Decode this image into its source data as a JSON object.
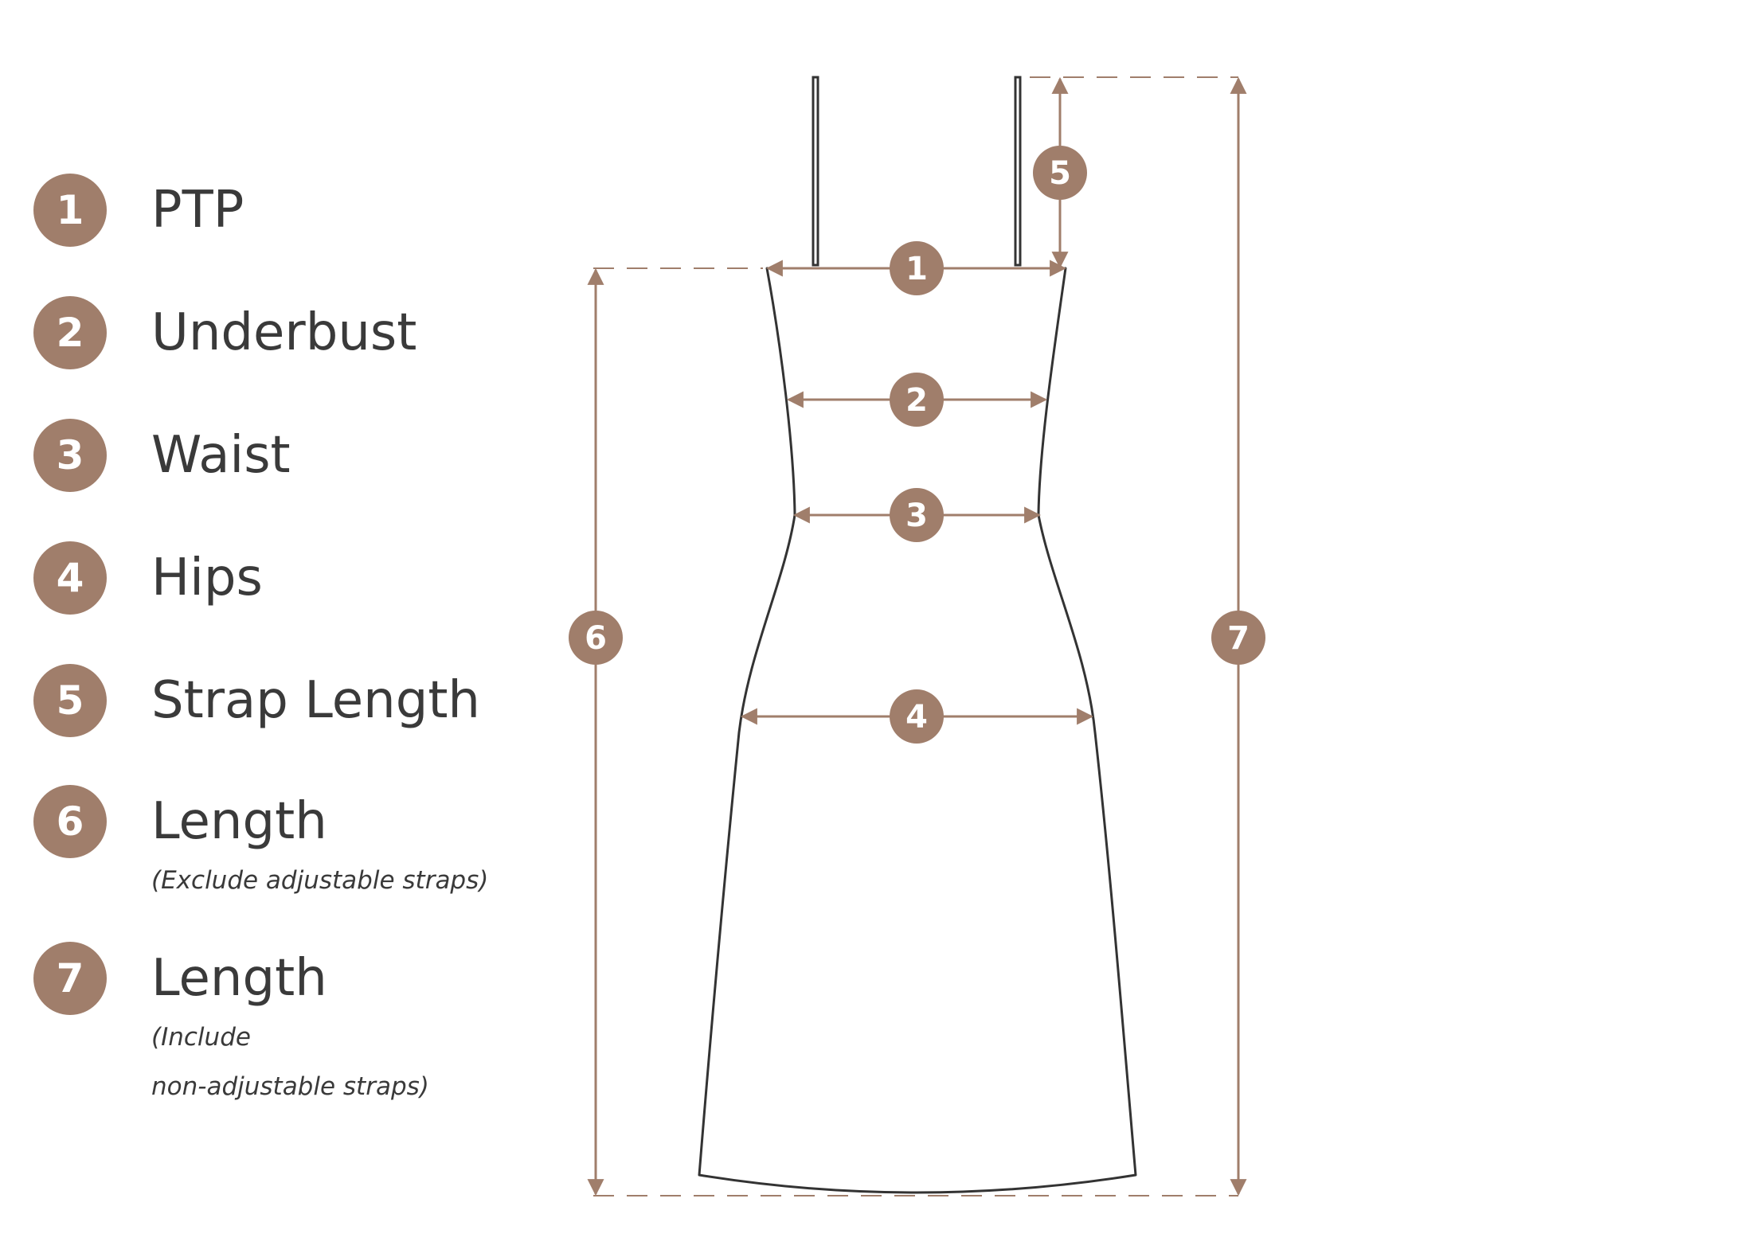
{
  "colors": {
    "accent": "#a07e6b",
    "outline": "#333333",
    "text": "#3a3a3a"
  },
  "legend": [
    {
      "number": "1",
      "label": "PTP"
    },
    {
      "number": "2",
      "label": "Underbust"
    },
    {
      "number": "3",
      "label": "Waist"
    },
    {
      "number": "4",
      "label": "Hips"
    },
    {
      "number": "5",
      "label": "Strap Length"
    },
    {
      "number": "6",
      "label": "Length",
      "note": "(Exclude adjustable straps)"
    },
    {
      "number": "7",
      "label": "Length",
      "note_line1": "(Include",
      "note_line2": "non-adjustable straps)"
    }
  ],
  "markers": {
    "ptp": "1",
    "underbust": "2",
    "waist": "3",
    "hips": "4",
    "strap_length": "5",
    "length_exclude": "6",
    "length_include": "7"
  }
}
